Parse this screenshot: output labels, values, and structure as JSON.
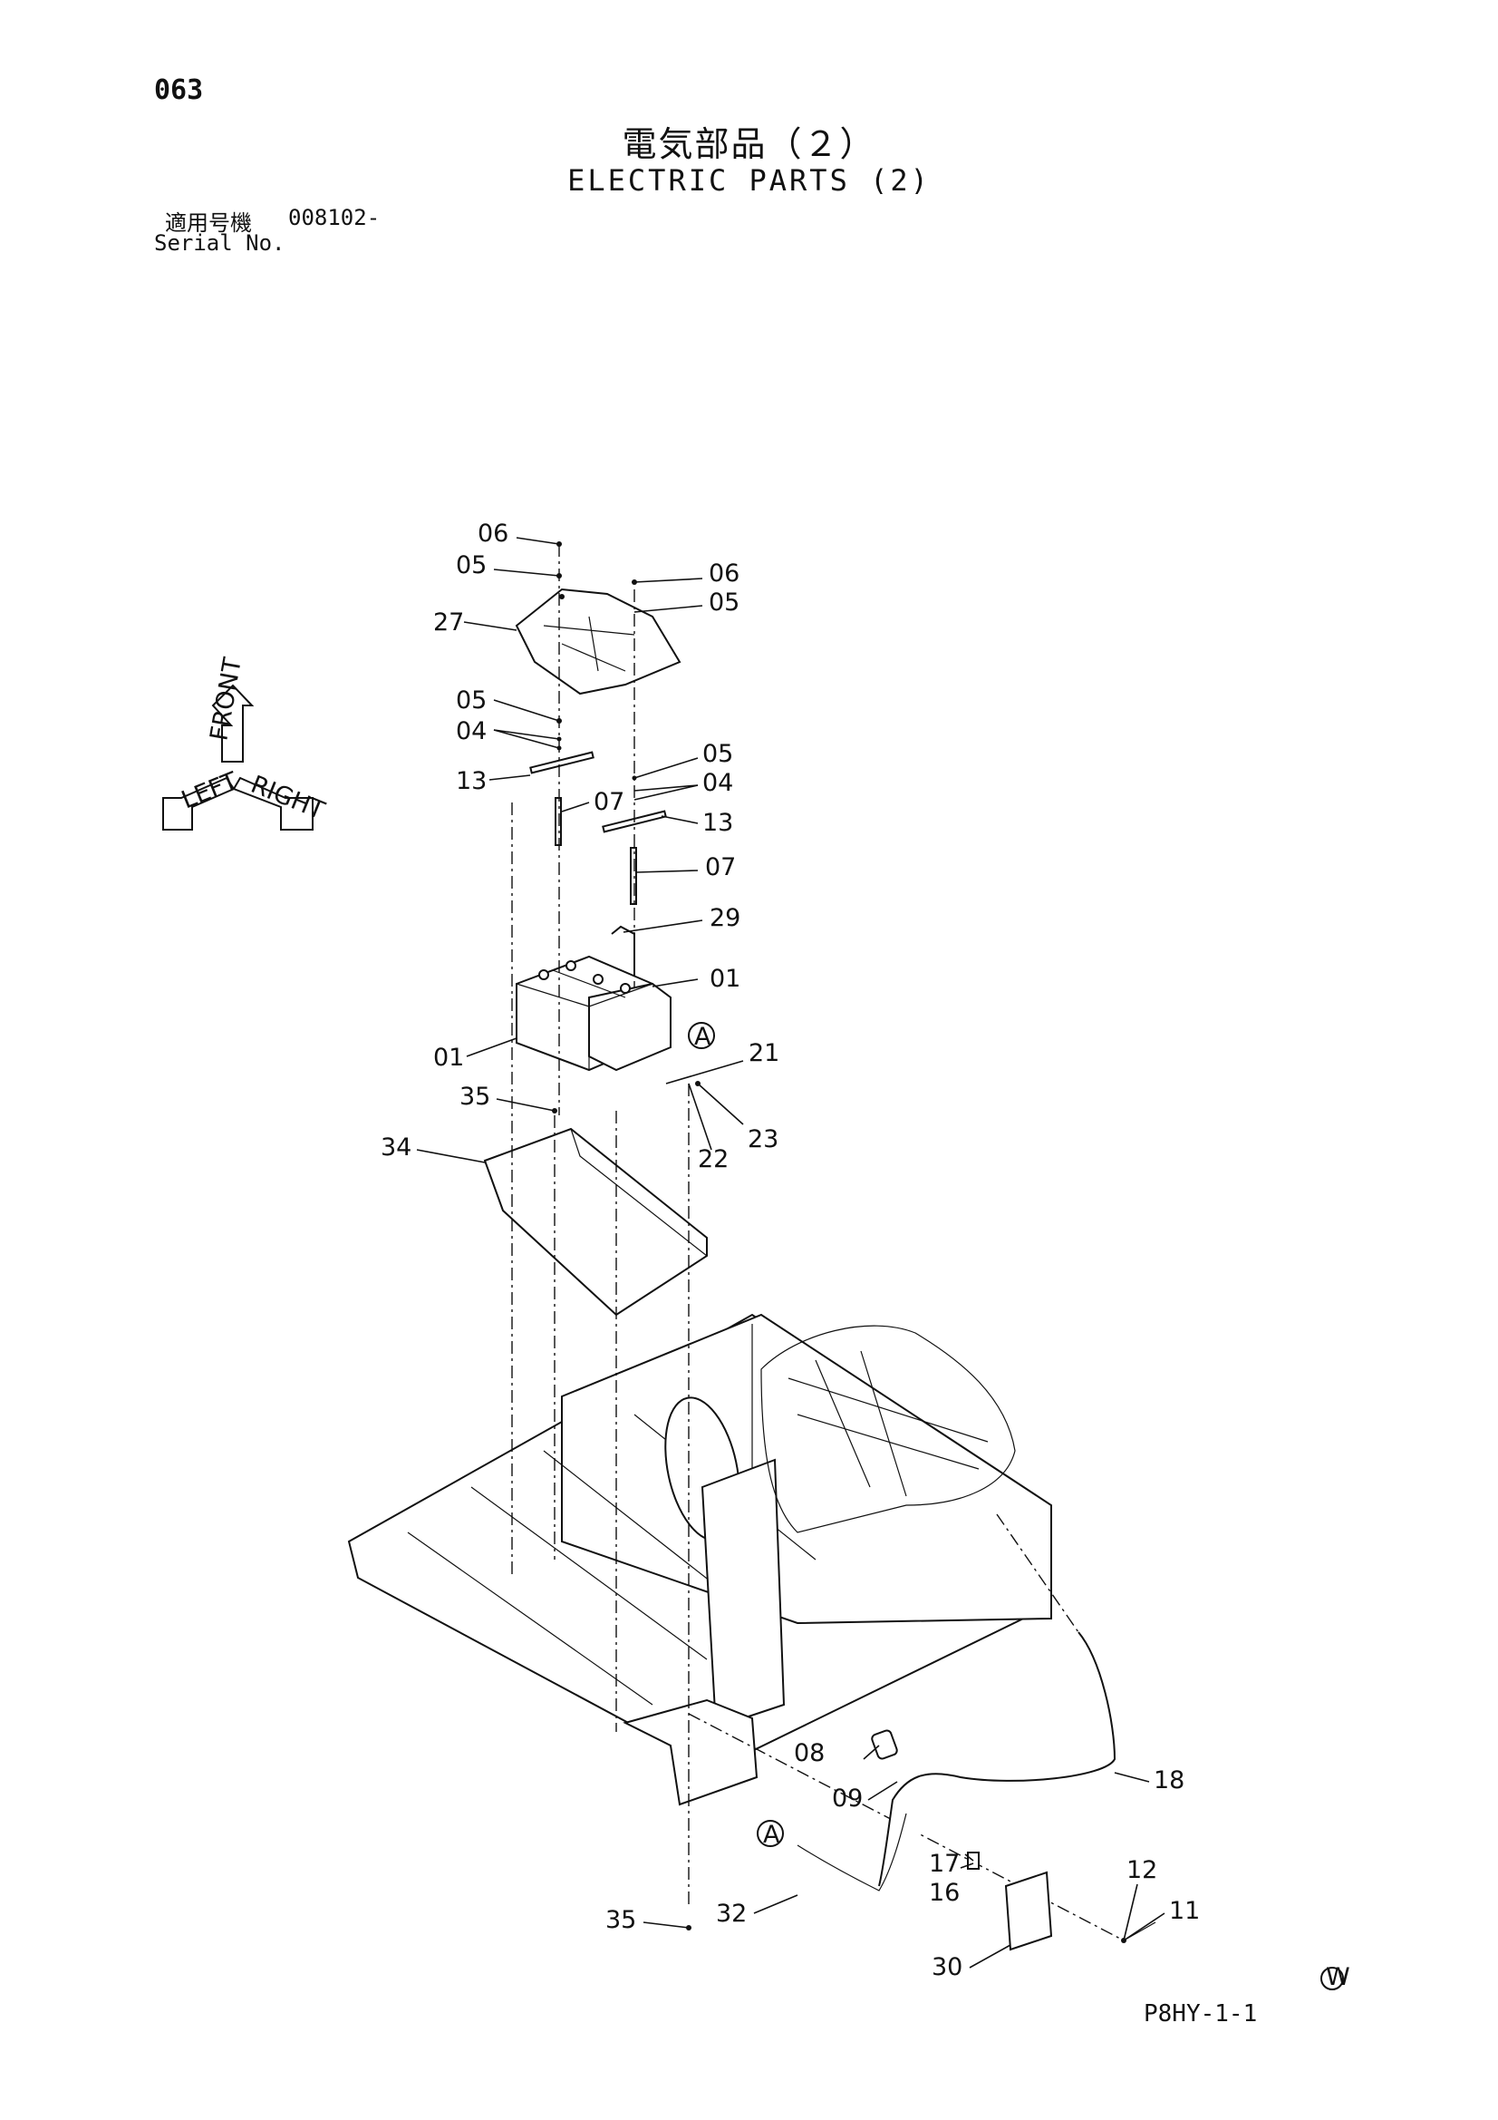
{
  "header": {
    "page_number": "063",
    "title_jp": "電気部品（２）",
    "title_en": "ELECTRIC PARTS (2)",
    "serial_label_jp": "適用号機",
    "serial_value": "008102-",
    "serial_label_en": "Serial No."
  },
  "orientation": {
    "labels": [
      "FRONT",
      "LEFT",
      "RIGHT"
    ]
  },
  "callouts": {
    "c06a": "06",
    "c05a": "05",
    "c06b": "06",
    "c05b": "05",
    "c27": "27",
    "c05c": "05",
    "c04a": "04",
    "c13a": "13",
    "c07a": "07",
    "c05d": "05",
    "c04b": "04",
    "c13b": "13",
    "c07b": "07",
    "c29": "29",
    "c01a": "01",
    "c01b": "01",
    "c21": "21",
    "c35a": "35",
    "c34": "34",
    "c22": "22",
    "c23": "23",
    "c18": "18",
    "c08": "08",
    "c09": "09",
    "c12": "12",
    "c11": "11",
    "c17": "17",
    "c16": "16",
    "c32": "32",
    "c35b": "35",
    "c30": "30"
  },
  "reference_marks": {
    "ref_a1": "A",
    "ref_a2": "A",
    "ref_w": "W"
  },
  "footer": {
    "figure_id": "P8HY-1-1"
  }
}
